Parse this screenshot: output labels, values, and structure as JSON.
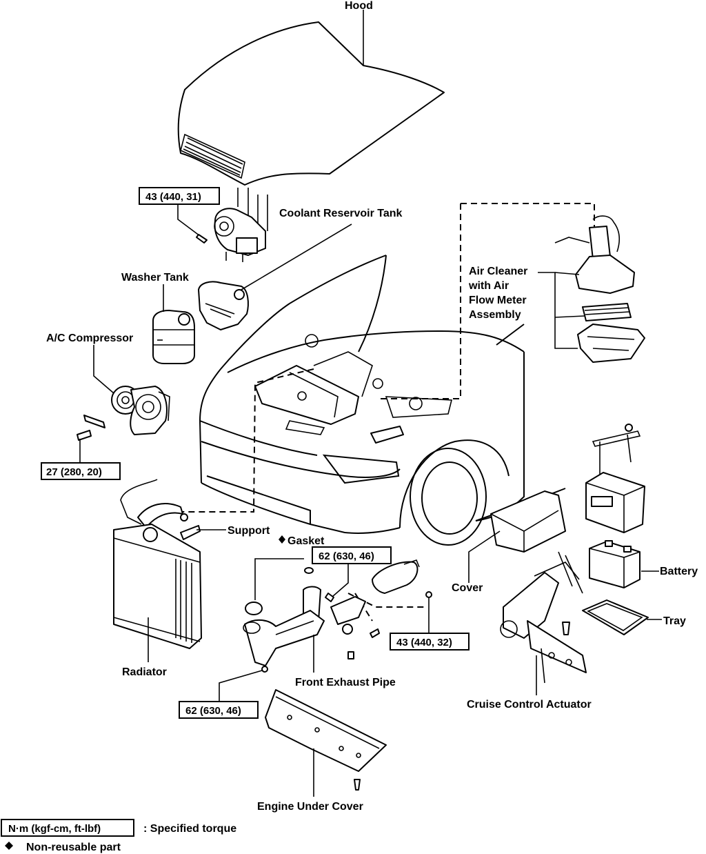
{
  "labels": {
    "hood": "Hood",
    "coolant_reservoir_tank": "Coolant Reservoir Tank",
    "washer_tank": "Washer Tank",
    "ac_compressor": "A/C Compressor",
    "air_cleaner_line1": "Air Cleaner",
    "air_cleaner_line2": "with Air",
    "air_cleaner_line3": "Flow Meter",
    "air_cleaner_line4": "Assembly",
    "support": "Support",
    "gasket": "Gasket",
    "radiator": "Radiator",
    "front_exhaust_pipe": "Front Exhaust Pipe",
    "cover": "Cover",
    "battery": "Battery",
    "tray": "Tray",
    "cruise_control_actuator": "Cruise Control Actuator",
    "engine_under_cover": "Engine Under Cover"
  },
  "torque": {
    "t1": "43 (440, 31)",
    "t2": "27 (280, 20)",
    "t3": "62 (630, 46)",
    "t4": "43 (440, 32)",
    "t5": "62 (630, 46)"
  },
  "legend": {
    "unit_box": "N·m (kgf-cm, ft-lbf)",
    "unit_desc": ":  Specified torque",
    "diamond_desc": "Non-reusable part"
  }
}
